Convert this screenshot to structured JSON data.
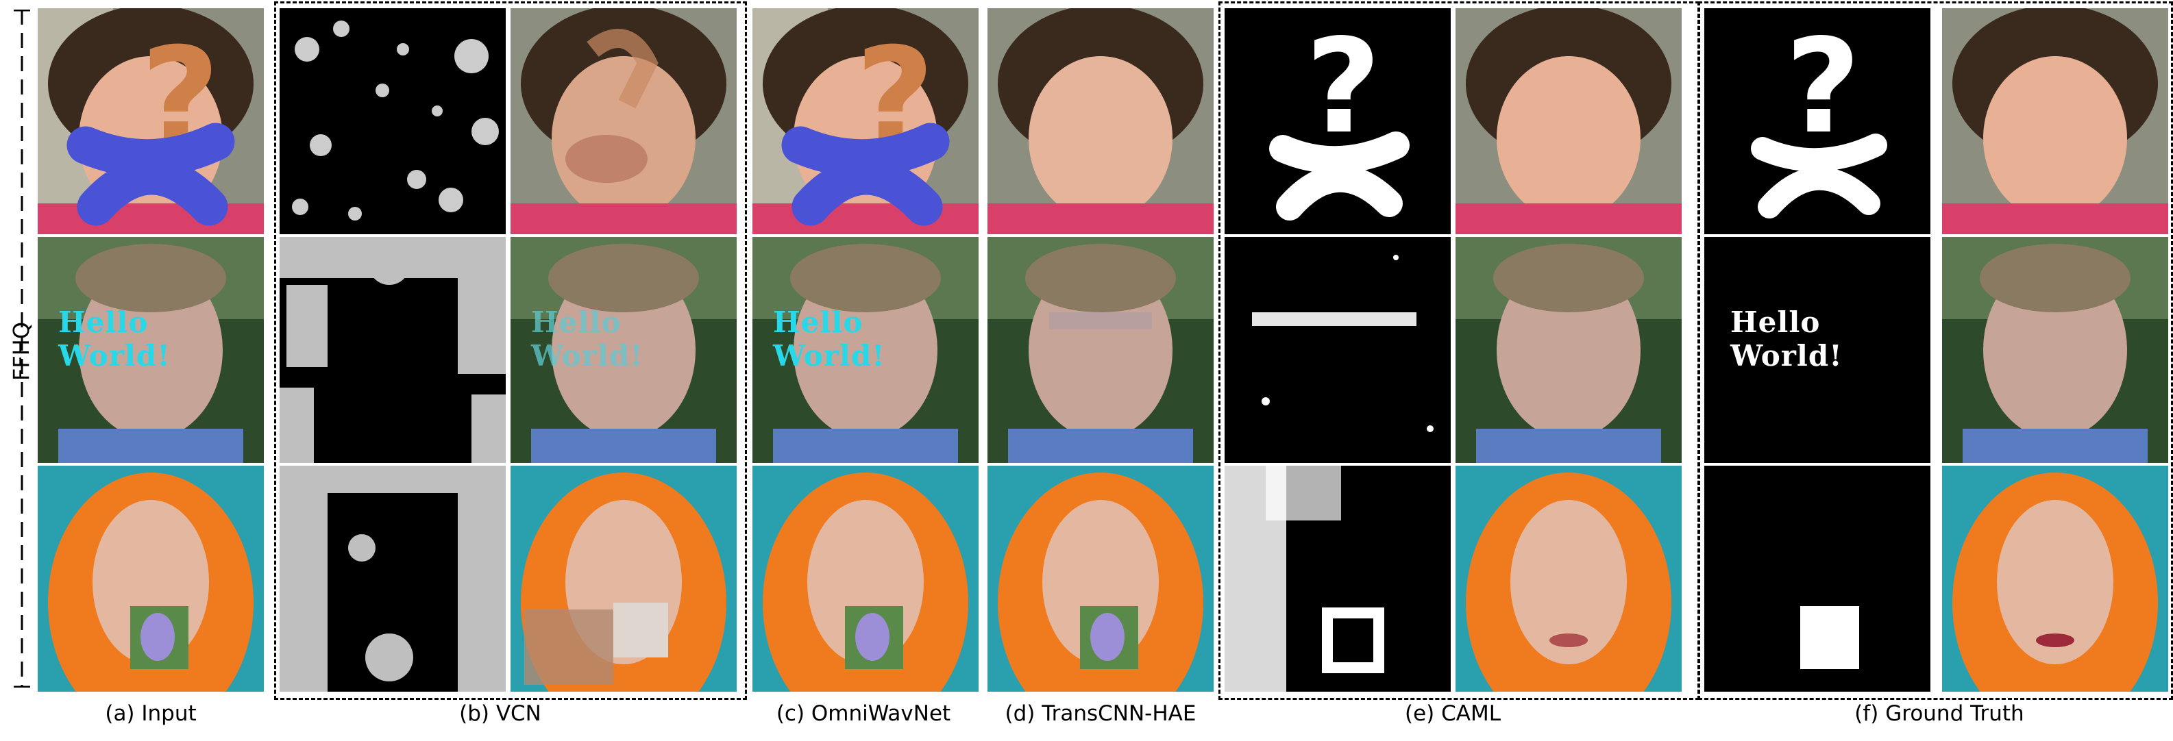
{
  "row_label": "FFHQ",
  "captions": {
    "a": "(a) Input",
    "b": "(b) VCN",
    "c": "(c) OmniWavNet",
    "d": "(d) TransCNN-HAE",
    "e": "(e) CAML",
    "f": "(f) Ground Truth"
  },
  "overlay_text": {
    "hello": "Hello World!",
    "question": "?"
  },
  "colors": {
    "question_mark": "#cf8048",
    "x_mark": "#4a53d6",
    "hello_text": "#27d8e8",
    "mask_white": "#ffffff",
    "mask_black": "#000000",
    "hood": "#f07a1e",
    "teal_bg": "#2a9fae"
  }
}
